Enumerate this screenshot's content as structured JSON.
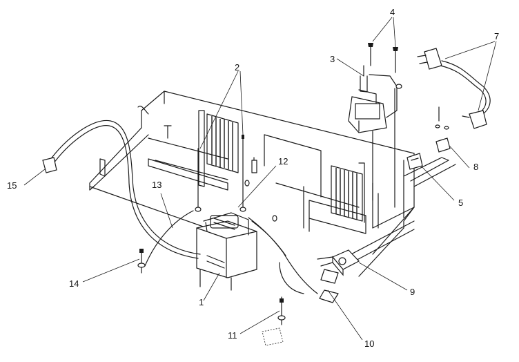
{
  "diagram": {
    "callouts": [
      {
        "id": "c1",
        "label": "1"
      },
      {
        "id": "c2",
        "label": "2"
      },
      {
        "id": "c3",
        "label": "3"
      },
      {
        "id": "c4",
        "label": "4"
      },
      {
        "id": "c5",
        "label": "5"
      },
      {
        "id": "c7",
        "label": "7"
      },
      {
        "id": "c8",
        "label": "8"
      },
      {
        "id": "c9",
        "label": "9"
      },
      {
        "id": "c10",
        "label": "10"
      },
      {
        "id": "c11",
        "label": "11"
      },
      {
        "id": "c12",
        "label": "12"
      },
      {
        "id": "c13",
        "label": "13"
      },
      {
        "id": "c14",
        "label": "14"
      },
      {
        "id": "c15",
        "label": "15"
      }
    ]
  }
}
